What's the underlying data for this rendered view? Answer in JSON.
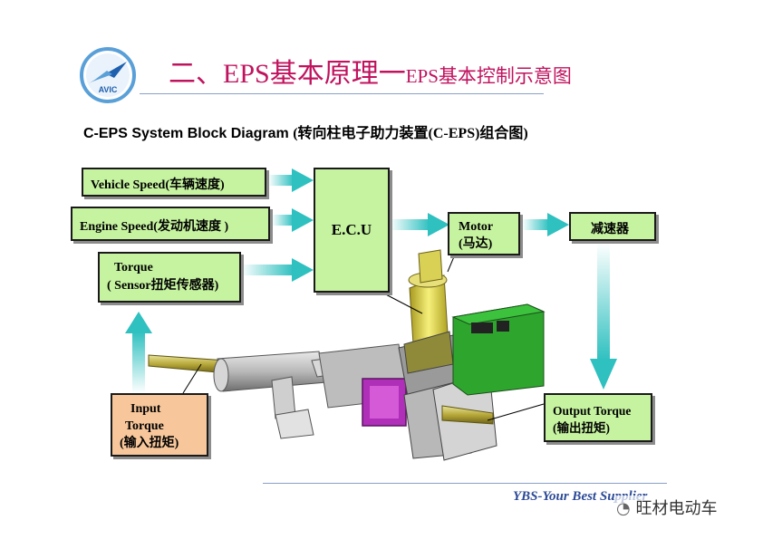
{
  "logo": {
    "text": "AVIC",
    "colors": {
      "ring": "#5aa0d8",
      "wing": "#1e5fae"
    }
  },
  "title": {
    "main": "二、EPS基本原理一",
    "sub": "EPS基本控制示意图"
  },
  "subtitle": {
    "en": "C-EPS System Block Diagram ",
    "cn": "(转向柱电子助力装置(C-EPS)组合图)"
  },
  "blocks": {
    "vehicle_speed": "Vehicle Speed(车辆速度)",
    "engine_speed": "Engine Speed(发动机速度 )",
    "torque_line1": "Torque",
    "torque_line2": "( Sensor扭矩传感器)",
    "ecu": "E.C.U",
    "motor_line1": "Motor",
    "motor_line2": "(马达)",
    "reducer": "减速器",
    "input_line1": "Input",
    "input_line2": "Torque",
    "input_line3": "(输入扭矩)",
    "output_line1": "Output Torque",
    "output_line2": "(输出扭矩)"
  },
  "footer": {
    "text": "YBS-Your Best Supplier"
  },
  "watermark": {
    "text": "旺材电动车"
  },
  "colors": {
    "title": "#c0135e",
    "box_green": "#c6f3a0",
    "box_orange": "#f7c79b",
    "arrow": "#3cc6c6",
    "footer": "#2c4a96"
  }
}
